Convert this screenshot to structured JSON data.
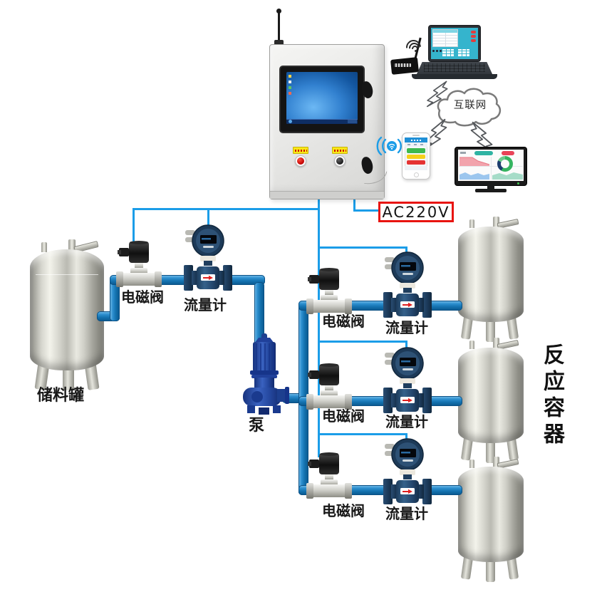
{
  "labels": {
    "internet": "互联网",
    "power": "AC220V",
    "storage_tank": "储料罐",
    "pump": "泵",
    "reaction_vessels": "反应容器"
  },
  "groups": [
    {
      "valve": "电磁阀",
      "meter": "流量计"
    },
    {
      "valve": "电磁阀",
      "meter": "流量计"
    },
    {
      "valve": "电磁阀",
      "meter": "流量计"
    },
    {
      "valve": "电磁阀",
      "meter": "流量计"
    }
  ],
  "colors": {
    "pipe_blue": "#1371ae",
    "signal_wire_blue": "#1b9de8",
    "power_border_red": "#e81410",
    "meter_navy": "#24476e",
    "pump_blue": "#24479e",
    "valve_coil_black": "#161616",
    "tank_steel": "#d7d7cf",
    "desktop_blue": "#3180cf"
  },
  "icons": {
    "windows-logo-icon": "four-color flag",
    "cloud-icon": "cloud outline",
    "lightning-bolt-icon": "zigzag arrow",
    "wifi-signal-icon": "concentric arcs",
    "antenna-icon": "rod"
  }
}
